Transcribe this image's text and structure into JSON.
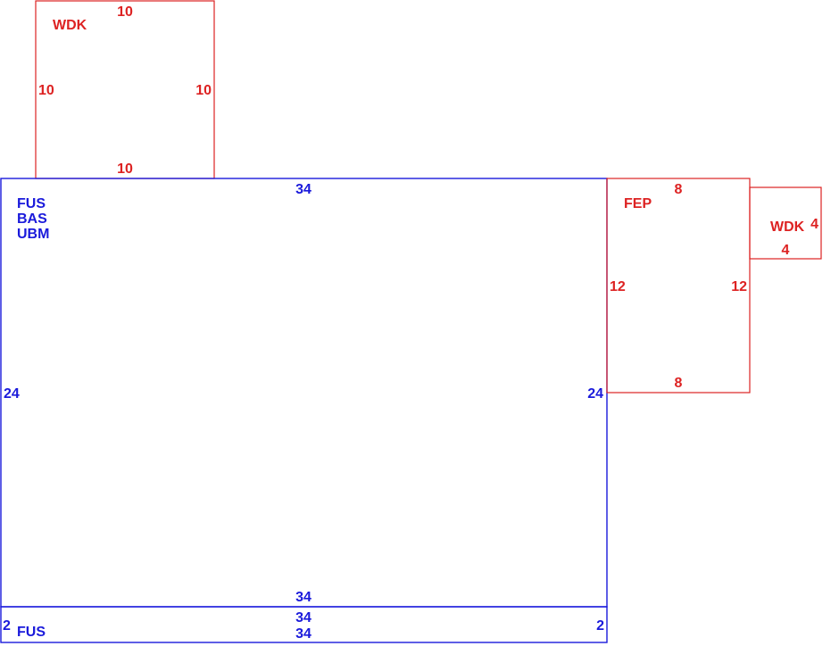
{
  "colors": {
    "main_area": "#1a1adb",
    "additions": "#dd2222"
  },
  "areas": {
    "wdk_top": {
      "code": "WDK",
      "dim_top": "10",
      "dim_left": "10",
      "dim_right": "10",
      "dim_bottom": "10"
    },
    "main": {
      "codes": [
        "FUS",
        "BAS",
        "UBM"
      ],
      "dim_top": "34",
      "dim_left": "24",
      "dim_right": "24",
      "dim_bottom": "34"
    },
    "fus_strip": {
      "code": "FUS",
      "dim_top": "34",
      "dim_bottom": "34",
      "dim_left": "2",
      "dim_right": "2"
    },
    "fep": {
      "code": "FEP",
      "dim_top": "8",
      "dim_left": "12",
      "dim_right": "12",
      "dim_bottom": "8"
    },
    "wdk_right": {
      "code": "WDK",
      "dim_right": "4",
      "dim_bottom": "4"
    }
  }
}
